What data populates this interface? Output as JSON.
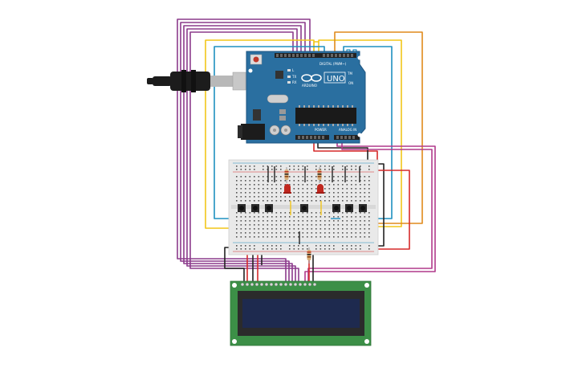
{
  "arduino": {
    "brand": "ARDUINO",
    "model": "UNO",
    "digital_label": "DIGITAL (PWM~)",
    "power_label": "POWER",
    "analog_label": "ANALOG IN",
    "tm_label": "TM",
    "tx_label": "TX",
    "rx_label": "RX",
    "l_label": "L",
    "on_label": "ON",
    "board_color": "#2a6fa0"
  },
  "lcd": {
    "board_color": "#3c8f47",
    "screen_color": "#1e2a4f"
  },
  "wire_colors": {
    "purple": "#8c3b8c",
    "magenta": "#b03a8c",
    "blue": "#1e90c0",
    "yellow": "#f2c619",
    "orange": "#e08a1c",
    "red": "#d62a2a",
    "black": "#222222"
  }
}
